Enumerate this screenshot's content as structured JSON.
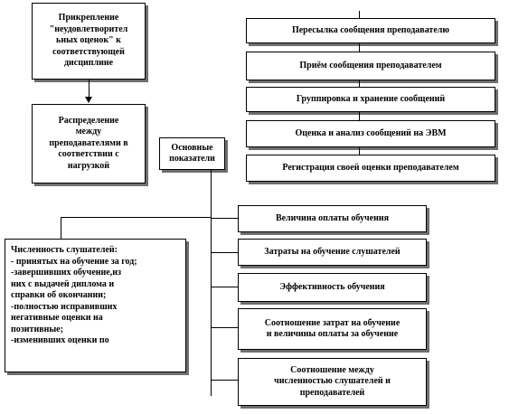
{
  "left_column": {
    "box1": "Прикрепление\n\"неудовлетворител\nьных оценок\" к\nсоответствующей\nдисциплине",
    "box2": "Распределение\nмежду\nпреподавателями в\nсоответствии с\nнагрузкой"
  },
  "center": {
    "indicators": "Основные\nпоказатели"
  },
  "right_top": [
    "Пересылка сообщения преподавателю",
    "Приём сообщения преподавателем",
    "Группировка и хранение сообщений",
    "Оценка и анализ сообщений на ЭВМ",
    "Регистрация своей оценки преподавателем"
  ],
  "right_bottom": [
    "Величина оплаты обучения",
    "Затраты на обучение слушателей",
    "Эффективность обучения",
    "Соотношение затрат на обучение\nи величины оплаты за обучение",
    "Соотношение между\nчисленностью слушателей и\nпреподавателей"
  ],
  "students_box": "Численность слушателей:\n- принятых на обучение за год;\n-завершивших обучение,из\nних с выдачей диплома и\nсправки об окончании;\n-полностью исправивших\nнегативные оценки на\nпозитивные;\n-изменивших оценки по"
}
